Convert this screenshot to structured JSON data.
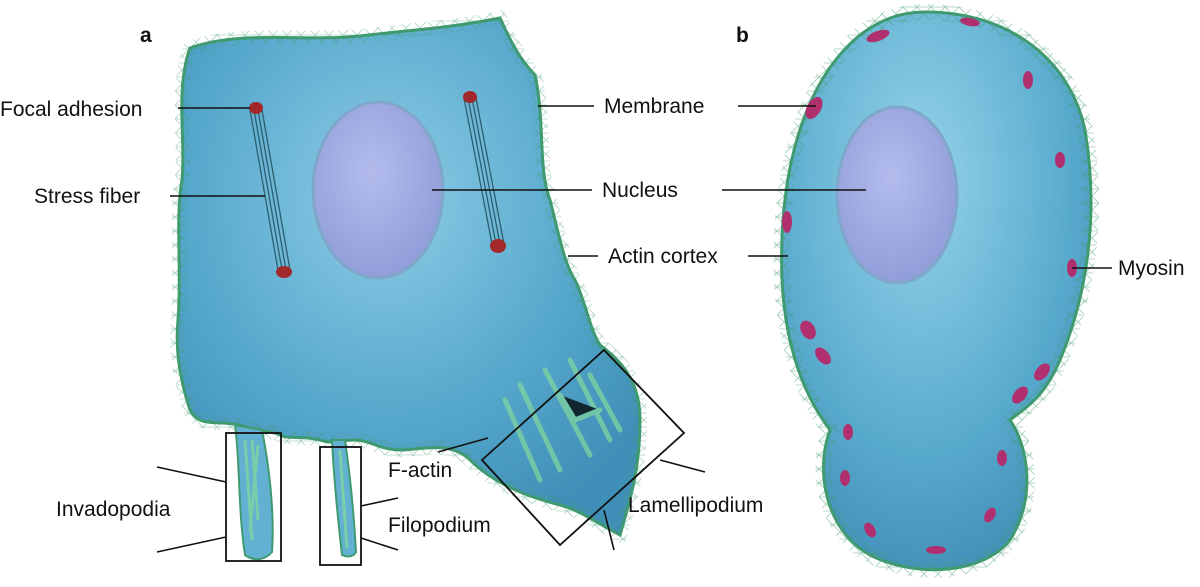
{
  "panels": {
    "a": "a",
    "b": "b"
  },
  "labels": {
    "focal_adhesion": "Focal adhesion",
    "stress_fiber": "Stress fiber",
    "membrane": "Membrane",
    "nucleus": "Nucleus",
    "actin_cortex": "Actin cortex",
    "myosin": "Myosin",
    "f_actin": "F-actin",
    "lamellipodium": "Lamellipodium",
    "invadopodia": "Invadopodia",
    "filopodium": "Filopodium"
  },
  "colors": {
    "cytoplasm": "#4fa3c8",
    "cytoplasm_light": "#8fcde6",
    "nucleus": "#9aa6de",
    "nucleus_edge": "#7fa7c9",
    "membrane_mesh": "#3f9a70",
    "f_actin": "#7fd5a0",
    "adhesion": "#a3282a",
    "myosin": "#b0306f",
    "line": "#111111"
  }
}
